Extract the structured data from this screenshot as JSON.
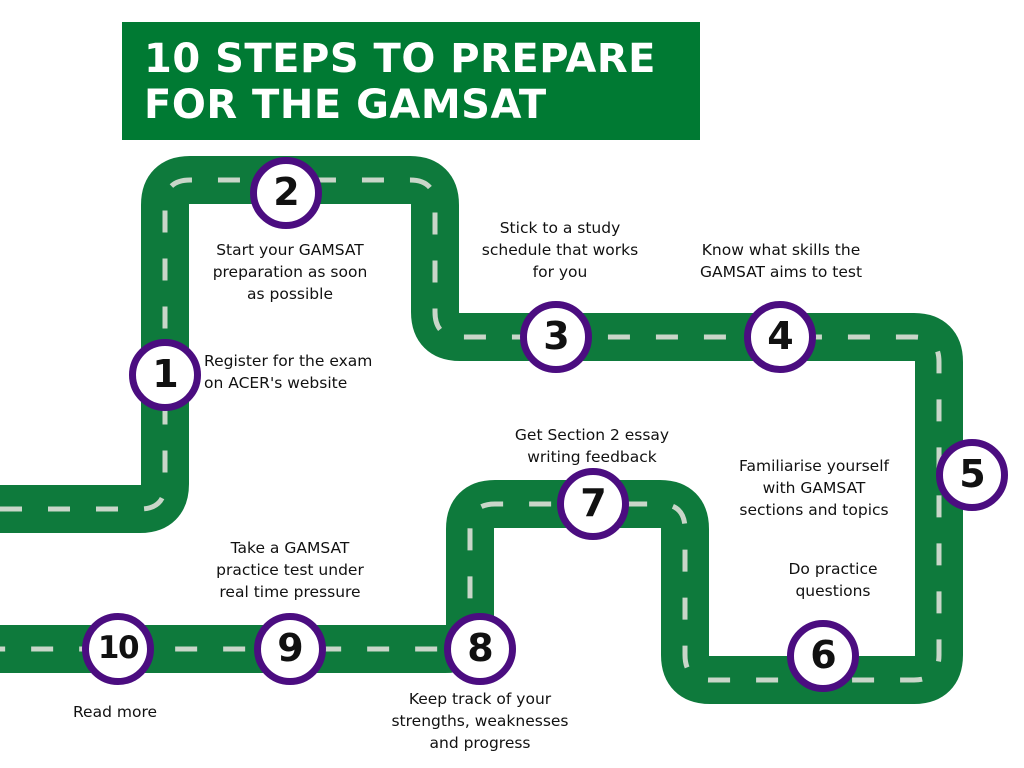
{
  "header": {
    "title": "10 STEPS TO PREPARE FOR THE GAMSAT",
    "line1": "10 STEPS TO PREPARE",
    "line2": "FOR THE GAMSAT",
    "background_color": "#007A33",
    "text_color": "#FFFFFF"
  },
  "theme": {
    "road_color": "#0E7A3C",
    "road_dash_color": "#C9D6C9",
    "marker_ring_color": "#4B0D80",
    "marker_fill_color": "#FFFFFF",
    "caption_color": "#111111",
    "page_background": "#FFFFFF"
  },
  "steps": [
    {
      "number": "1",
      "caption": "Register for the exam\non ACER's website"
    },
    {
      "number": "2",
      "caption": "Start your GAMSAT\npreparation as soon\nas possible"
    },
    {
      "number": "3",
      "caption": "Stick to a study\nschedule that works\nfor you"
    },
    {
      "number": "4",
      "caption": "Know what skills the\nGAMSAT aims to test"
    },
    {
      "number": "5",
      "caption": "Familiarise yourself\nwith GAMSAT\nsections and topics"
    },
    {
      "number": "6",
      "caption": "Do practice\nquestions"
    },
    {
      "number": "7",
      "caption": "Get Section 2 essay\nwriting feedback"
    },
    {
      "number": "8",
      "caption": "Keep track of your\nstrengths, weaknesses\nand progress"
    },
    {
      "number": "9",
      "caption": "Take a GAMSAT\npractice test under\nreal time pressure"
    },
    {
      "number": "10",
      "caption": "Read more"
    }
  ]
}
